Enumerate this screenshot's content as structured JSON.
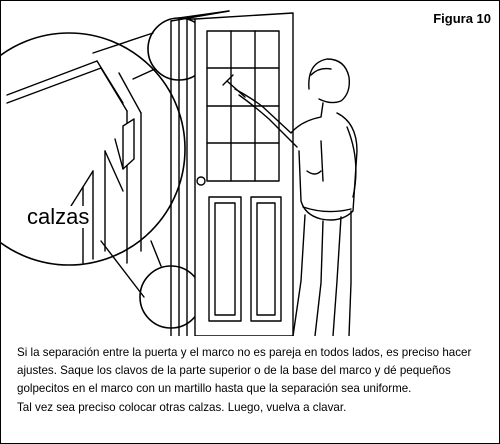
{
  "figure_label": "Figura 10",
  "callout_label": "calzas",
  "caption": {
    "paragraph_1": "Si la separación entre la puerta y el marco no es pareja en todos lados, es preciso hacer ajustes. Saque los clavos de la parte superior o de la base del marco y dé pequeños golpecitos en el marco con un martillo hasta que la separación sea uniforme.",
    "paragraph_2": "Tal vez sea preciso colocar otras calzas. Luego, vuelva a clavar."
  }
}
